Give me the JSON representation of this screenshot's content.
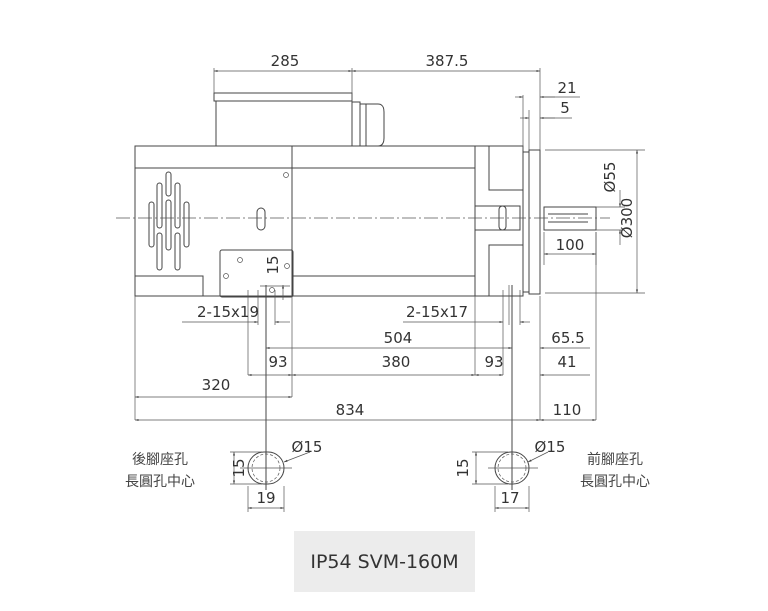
{
  "dimensions": {
    "box_length": "285",
    "box_to_flange": "387.5",
    "flange_21": "21",
    "flange_5": "5",
    "shaft_dia": "Ø55",
    "flange_dia": "Ø300",
    "shaft_len": "100",
    "foot_slot_height": "15",
    "rear_slot": "2-15x19",
    "front_slot": "2-15x17",
    "foot_span": "504",
    "front_offset": "65.5",
    "rear_93": "93",
    "center_380": "380",
    "front_93": "93",
    "front_41": "41",
    "rear_320": "320",
    "total_834": "834",
    "shaft_110": "110"
  },
  "rear_hole": {
    "dia": "Ø15",
    "height": "15",
    "width": "19",
    "label_line1": "後腳座孔",
    "label_line2": "長圓孔中心"
  },
  "front_hole": {
    "dia": "Ø15",
    "height": "15",
    "width": "17",
    "label_line1": "前腳座孔",
    "label_line2": "長圓孔中心"
  },
  "caption": "IP54 SVM-160M"
}
